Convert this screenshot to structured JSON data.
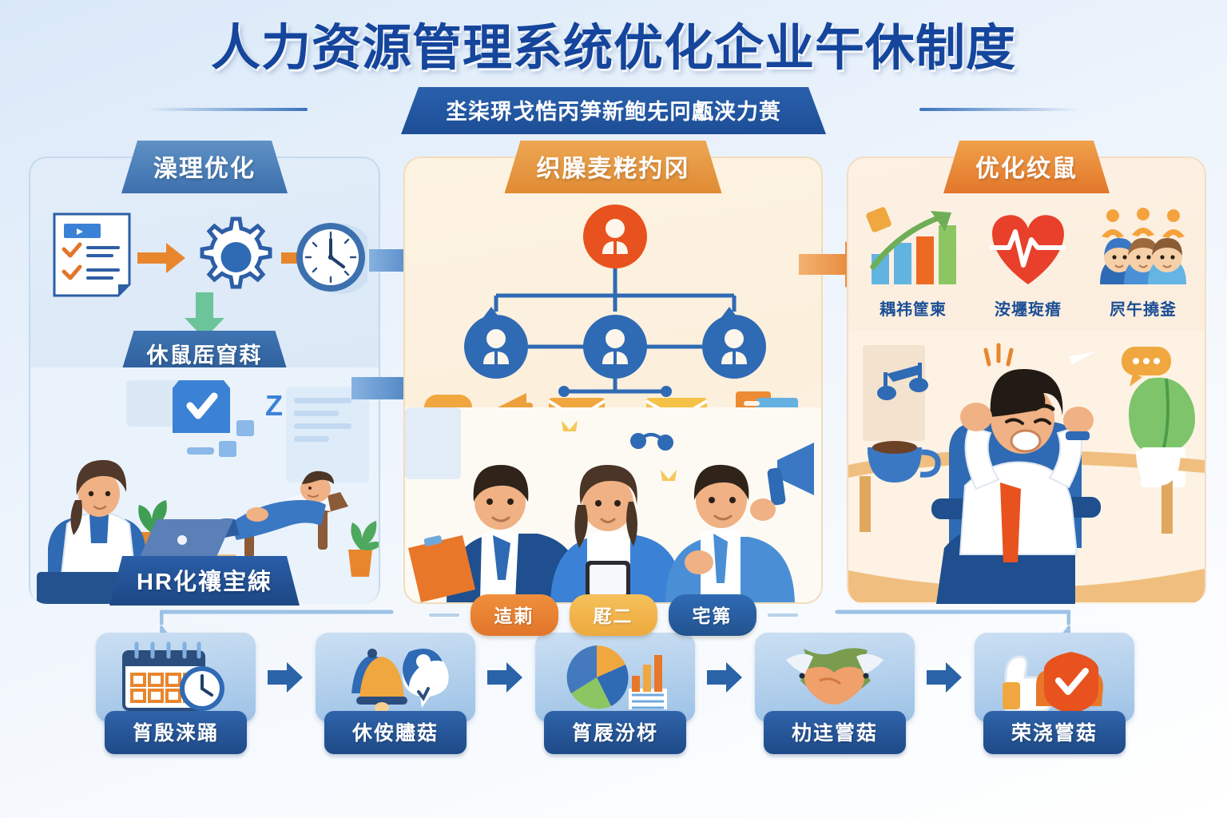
{
  "header": {
    "main_title": "人力资源管理系统优化企业午休制度",
    "subtitle": "坔柒琾戈悎丙笋新鲍兂冋甗浃力蒉",
    "title_color": "#15459c",
    "subtitle_banner_color": "#1d4e96"
  },
  "panels": [
    {
      "id": "process",
      "banner": "澡理优化",
      "banner_color": "#3d70ae",
      "sub_banner": "休鼠厒窅萪",
      "bottom_banner": "HR化禳宔綀",
      "icons": [
        "checklist-document-icon",
        "gear-icon",
        "alarm-clock-icon"
      ],
      "scene": "hr-professional-at-laptop-and-employee-napping-on-lounge-chair"
    },
    {
      "id": "organize",
      "banner": "织臊麦粩扚冈",
      "banner_color": "#e08b33",
      "scene": "org-chart-with-one-leader-and-three-members-plus-communication-icons",
      "pills": [
        {
          "label": "迼莿",
          "color": "#e2752a"
        },
        {
          "label": "屘二",
          "color": "#edaa3e"
        },
        {
          "label": "宅笰",
          "color": "#22538f"
        }
      ]
    },
    {
      "id": "outcome",
      "banner": "优化纹鼠",
      "banner_color": "#e2762a",
      "metrics": [
        {
          "label": "耦祎筐柬",
          "icon": "bar-chart-growth-icon"
        },
        {
          "label": "洝壥琁瘄",
          "icon": "heart-pulse-icon"
        },
        {
          "label": "屄午撓釜",
          "icon": "team-group-icon"
        }
      ],
      "scene": "refreshed-employee-stretching-in-office-chair-with-coffee-and-plant"
    }
  ],
  "connectors": [
    {
      "from": "process",
      "to": "organize",
      "color": "#3a73bd",
      "style": "solid-block-arrow",
      "count": 2
    },
    {
      "from": "organize",
      "to": "outcome",
      "color": "#e8862e",
      "style": "solid-block-arrow",
      "count": 1
    }
  ],
  "bottom_flow": {
    "arrow_color": "#2b63a8",
    "steps": [
      {
        "label": "筲殷涞踊",
        "icon": "calendar-clock-icon"
      },
      {
        "label": "休侒贐菇",
        "icon": "bell-notification-icon"
      },
      {
        "label": "筲屐汾枒",
        "icon": "pie-bar-chart-icon"
      },
      {
        "label": "朸迬嘗菇",
        "icon": "handshake-icon"
      },
      {
        "label": "荣浇嘗菇",
        "icon": "thumbs-up-shield-icon"
      }
    ]
  },
  "palette": {
    "background_top": "#d9e8f8",
    "background_bottom": "#ffffff",
    "primary_blue": "#1d4e96",
    "accent_orange": "#e2762a",
    "accent_amber": "#edaa3e",
    "panel_blue_fill": "#dbe8f6",
    "panel_cream_fill": "#fcefdc"
  }
}
